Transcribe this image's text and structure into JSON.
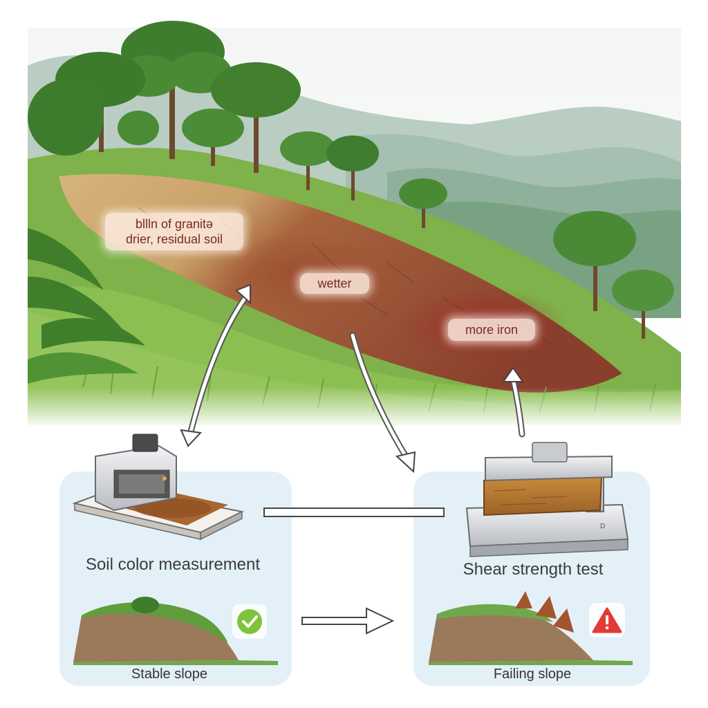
{
  "labels": {
    "granite_line1": "bllln of granitə",
    "granite_line2": "drier, residual soil",
    "wetter": "wetter",
    "iron": "more iron"
  },
  "panels": {
    "left_title": "Soil color measurement",
    "left_status": "Stable slope",
    "right_title": "Shear strength test",
    "right_status": "Failing slope"
  },
  "icons": {
    "stable": "check-icon",
    "failing": "warning-icon"
  },
  "colors": {
    "panel_bg": "#e3f0f8",
    "check_green": "#7fc33b",
    "warning_red": "#e53935",
    "label_text": "#7a2a22"
  }
}
